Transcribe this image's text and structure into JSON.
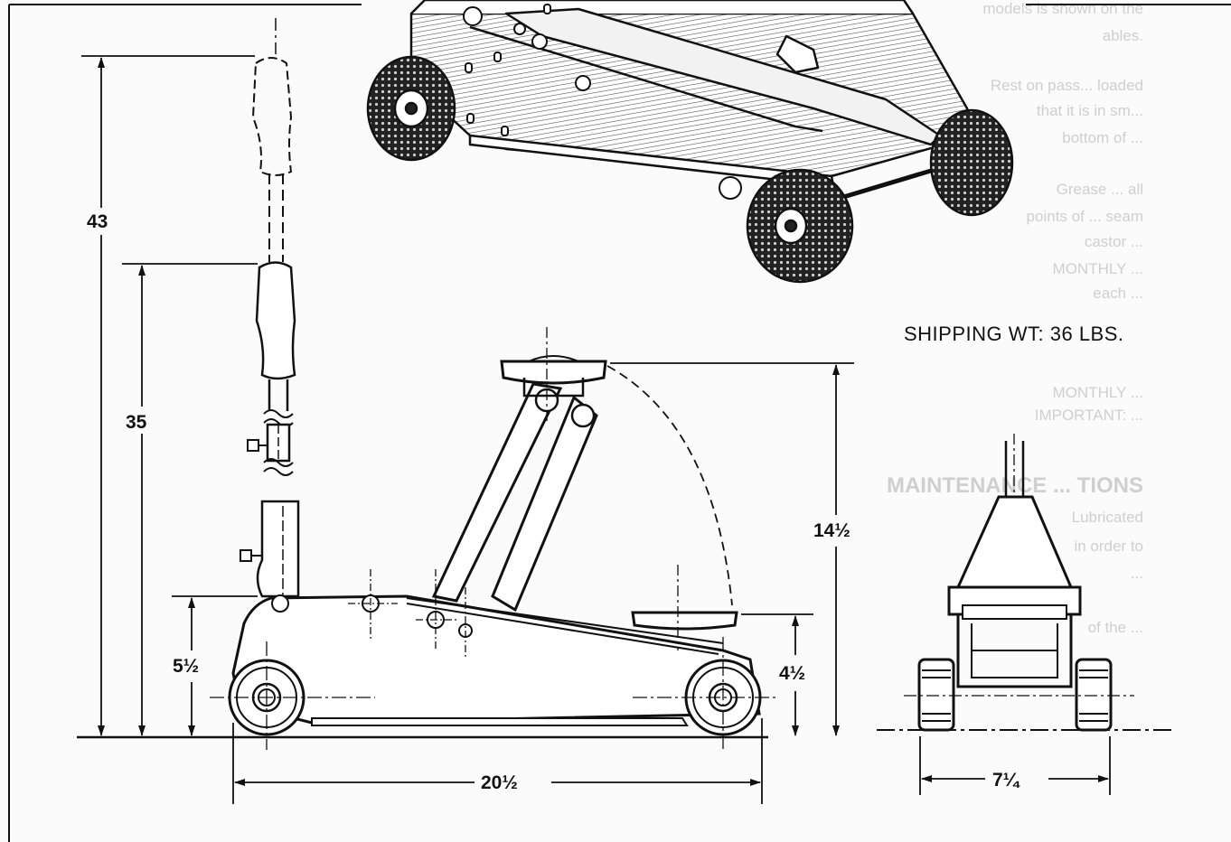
{
  "diagram": {
    "shipping_weight": "SHIPPING WT: 36 LBS.",
    "dimensions": {
      "handle_max_height": "43",
      "handle_min_height": "35",
      "lift_max": "14½",
      "lift_min": "4½",
      "frame_height": "5½",
      "length": "20½",
      "width": "7¼"
    }
  },
  "bleed_through": {
    "lines": [
      "models is shown on the",
      "ables.",
      "Rest on pass... loaded",
      "that it is in sm...",
      "bottom of ...",
      "Grease ... all",
      "points of ... seam",
      "castor ... ",
      "MONTHLY ... ",
      "each ...",
      "MONTHLY ...",
      "IMPORTANT: ...",
      "MAINTENANCE ... TIONS",
      "Lubricated",
      "in order to",
      "... ",
      "of the ..."
    ],
    "heading_index": 12
  },
  "colors": {
    "ink": "#111111",
    "paper": "#fbfbfb",
    "bleed": "#cfcfcf"
  }
}
